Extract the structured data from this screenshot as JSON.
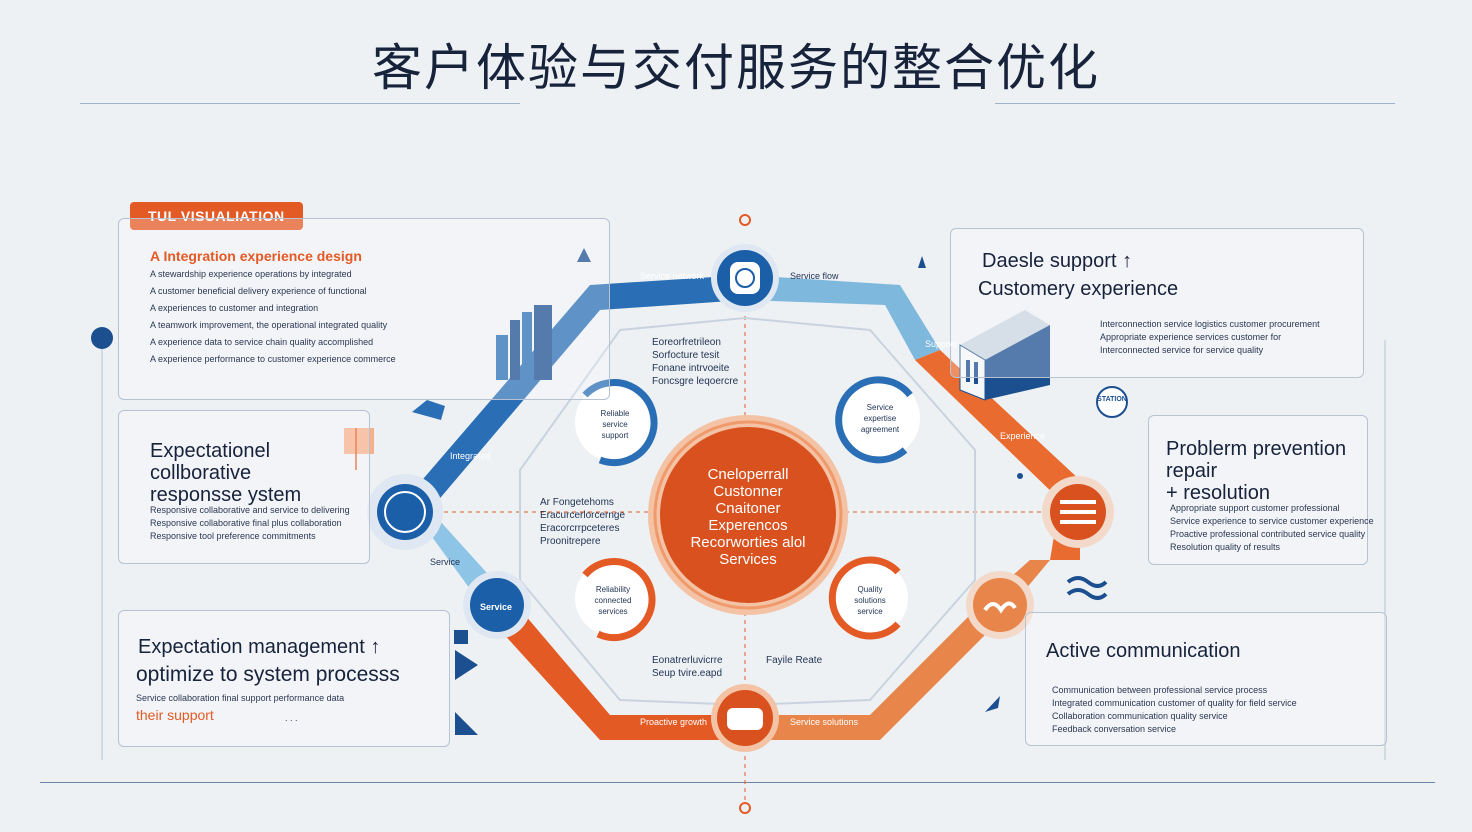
{
  "title": "客户体验与交付服务的整合优化",
  "tag_label": "TUL VISUALIATION",
  "left_top": {
    "heading": "A Integration experience design",
    "lines": [
      "A stewardship experience operations by integrated",
      "A customer beneficial delivery experience of functional",
      "A experiences to customer and integration",
      "A teamwork improvement, the operational integrated quality",
      "A experience data to service chain quality accomplished",
      "A experience performance to customer experience commerce"
    ]
  },
  "left_mid": {
    "lines": [
      "Expectationel",
      "collborative",
      "responsse ystem"
    ],
    "details": [
      "Responsive collaborative and service to delivering",
      "Responsive collaborative final plus collaboration",
      "Responsive tool preference commitments"
    ]
  },
  "left_bottom": {
    "line1": "Expectation  management ↑",
    "line2": "optimize to system processs",
    "detail": "Service collaboration final support performance data",
    "orange": "their support",
    "dots": ". . ."
  },
  "right_top": {
    "line1": "Daesle  support ↑",
    "line2": "Customery experience",
    "details": [
      "Interconnection service logistics customer procurement",
      "Appropriate experience services customer for",
      "Interconnected service for service quality"
    ]
  },
  "right_mid": {
    "line1": "Problerm prevention",
    "line2": "repair",
    "line3": "+ resolution",
    "details": [
      "Appropriate support customer professional",
      "Service experience to service customer experience",
      "Proactive professional contributed service quality",
      "Resolution quality of results"
    ]
  },
  "right_bottom": {
    "heading": "Active communication",
    "details": [
      "Communication between professional service process",
      "Integrated communication customer of quality for field service",
      "Collaboration communication quality service",
      "Feedback conversation service"
    ]
  },
  "center": {
    "lines": [
      "Cneloperrall",
      "Custonner",
      "Cnaitoner",
      "Experencos",
      "Recorworties alol",
      "Services"
    ]
  },
  "ring": {
    "top_left_label": "Service network",
    "top_right_label": "Service flow",
    "upper_right_label": "Support",
    "left_label": "Integrated",
    "lower_left_label": "Service",
    "bottom_left_label": "Proactive growth",
    "bottom_right_label": "Service solutions",
    "right_label": "Experience"
  },
  "inner": {
    "top_block": [
      "Eoreorfretrileon",
      "Sorfocture tesit",
      "Fonane intrvoeite",
      "Foncsgre leqoercre"
    ],
    "mid_block": [
      "Ar Fongetehoms",
      "Eracurcerlorcernge",
      "Eracorcrrpceteres",
      "Proonitrepere"
    ],
    "bottom_block": [
      "Eonatrerluvicrre",
      "Seup tvire.eapd"
    ],
    "bottom_right": "Fayile Reate",
    "circ_tl": [
      "Reliable",
      "service",
      "support"
    ],
    "circ_tr": [
      "Service",
      "expertise",
      "agreement"
    ],
    "circ_bl": [
      "Reliability",
      "connected",
      "services"
    ],
    "circ_br": [
      "Quality",
      "solutions",
      "service"
    ]
  },
  "badge_text": "STATION",
  "node_left_label": "Service",
  "colors": {
    "orange": "#e35a25",
    "blue": "#2a6fb5",
    "navy": "#1b4f8f",
    "light_blue": "#7fb8dd"
  }
}
